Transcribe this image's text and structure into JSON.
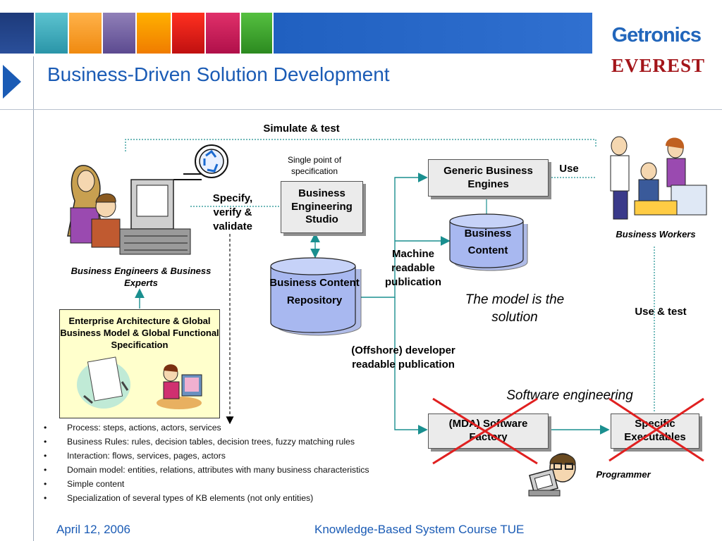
{
  "slide": {
    "title": "Business-Driven Solution Development",
    "footer_date": "April 12, 2006",
    "footer_course": "Knowledge-Based System Course TUE"
  },
  "brand": {
    "logo_text": "Getronics",
    "sub_logo": "EVEREST",
    "colors": {
      "title": "#1a5bb5",
      "everest": "#a3151a",
      "arrow": "#1a8f8f",
      "cross": "#e02020"
    }
  },
  "diagram": {
    "simulate_label": "Simulate & test",
    "single_point_label": "Single point of specification",
    "specify_label": "Specify, verify & validate",
    "studio_label": "Business Engineering Studio",
    "generic_engines_label": "Generic Business Engines",
    "use_label": "Use",
    "business_content_label": "Business Content",
    "repository_label": "Business Content Repository",
    "machine_label": "Machine readable publication",
    "model_label": "The model is the solution",
    "use_test_label": "Use & test",
    "offshore_label": "(Offshore) developer readable publication",
    "software_eng_label": "Software engineering",
    "mda_label": "(MDA) Software Factory",
    "executables_label": "Specific Executables",
    "programmer_label": "Programmer",
    "workers_label": "Business Workers",
    "engineers_label": "Business Engineers & Business Experts",
    "ea_label": "Enterprise Architecture & Global Business Model & Global Functional Specification"
  },
  "bullets": [
    "Process: steps, actions, actors, services",
    "Business Rules: rules, decision tables, decision trees, fuzzy matching rules",
    "Interaction: flows, services, pages, actors",
    "Domain model: entities, relations, attributes with many business characteristics",
    "Simple content",
    "Specialization of several types of KB elements (not only entities)"
  ]
}
